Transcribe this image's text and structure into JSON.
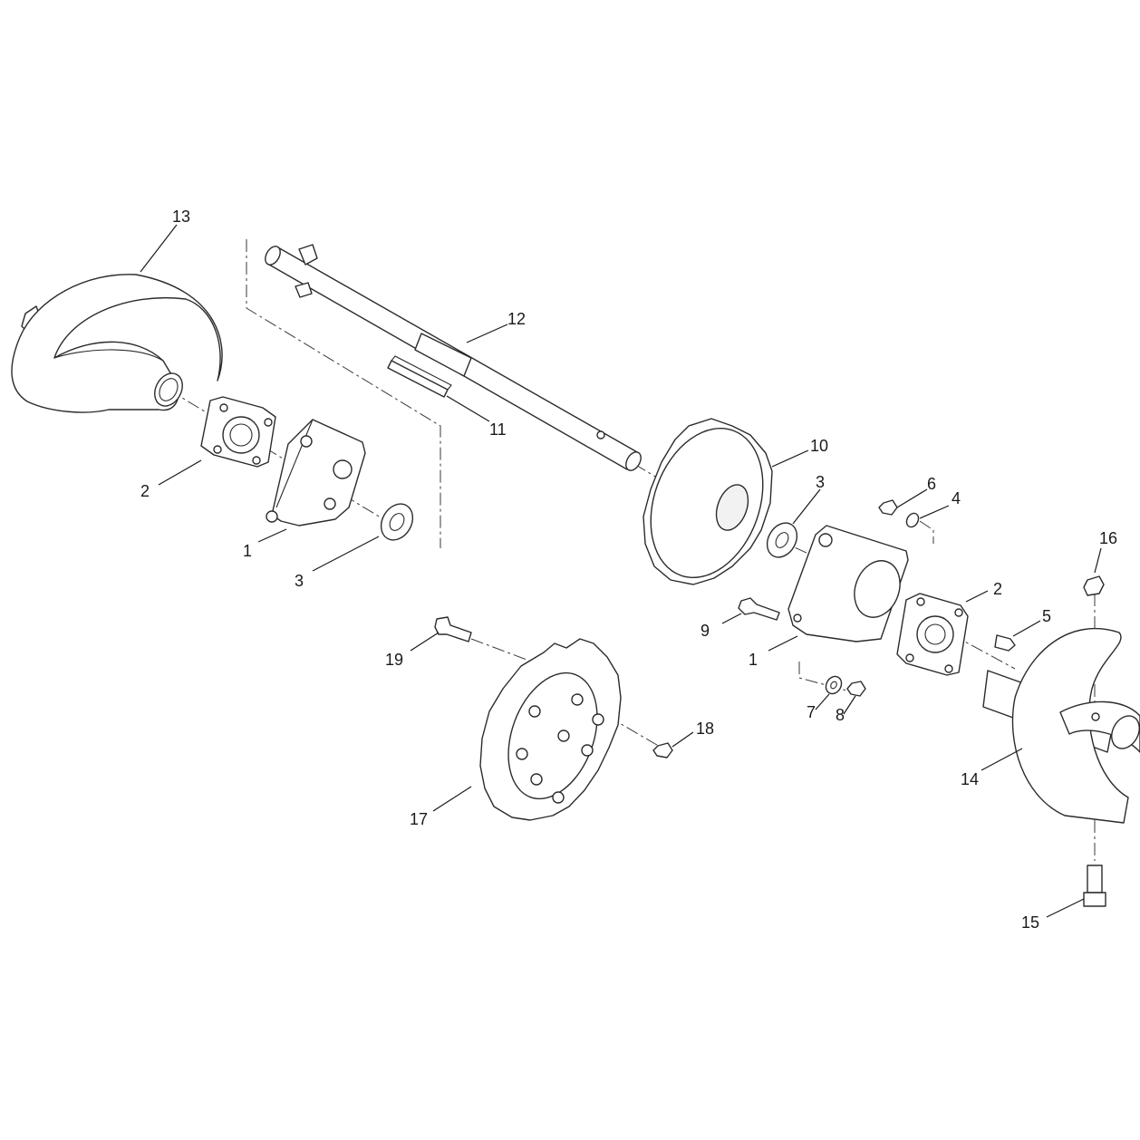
{
  "diagram": {
    "callouts": {
      "c1a": "1",
      "c1b": "1",
      "c2a": "2",
      "c2b": "2",
      "c3a": "3",
      "c3b": "3",
      "c4": "4",
      "c5": "5",
      "c6": "6",
      "c7": "7",
      "c8": "8",
      "c9": "9",
      "c10": "10",
      "c11": "11",
      "c12": "12",
      "c13": "13",
      "c14": "14",
      "c15": "15",
      "c16": "16",
      "c17": "17",
      "c18": "18",
      "c19": "19"
    }
  }
}
